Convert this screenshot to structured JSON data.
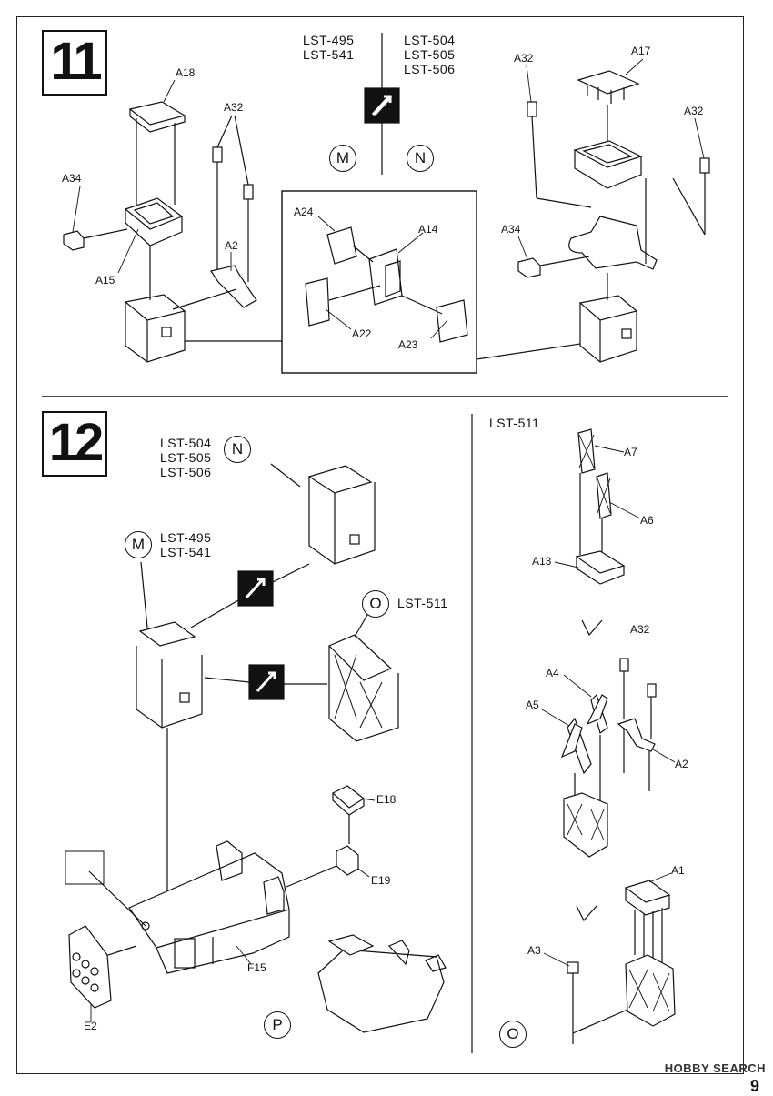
{
  "steps": {
    "s11": "11",
    "s12": "12"
  },
  "variants": {
    "lst495_541": "LST-495\nLST-541",
    "lst504_506": "LST-504\nLST-505\nLST-506",
    "lst511": "LST-511"
  },
  "circle_labels": {
    "M": "M",
    "N": "N",
    "O": "O",
    "P": "P"
  },
  "part_labels": {
    "A18": "A18",
    "A32": "A32",
    "A34": "A34",
    "A15": "A15",
    "A2": "A2",
    "A24": "A24",
    "A14": "A14",
    "A22": "A22",
    "A23": "A23",
    "A17": "A17",
    "A7": "A7",
    "A6": "A6",
    "A13": "A13",
    "A4": "A4",
    "A5": "A5",
    "A1": "A1",
    "A3": "A3",
    "E18": "E18",
    "E19": "E19",
    "F15": "F15",
    "E2": "E2"
  },
  "footer": {
    "watermark": "HOBBY SEARCH",
    "page_number": "9"
  }
}
